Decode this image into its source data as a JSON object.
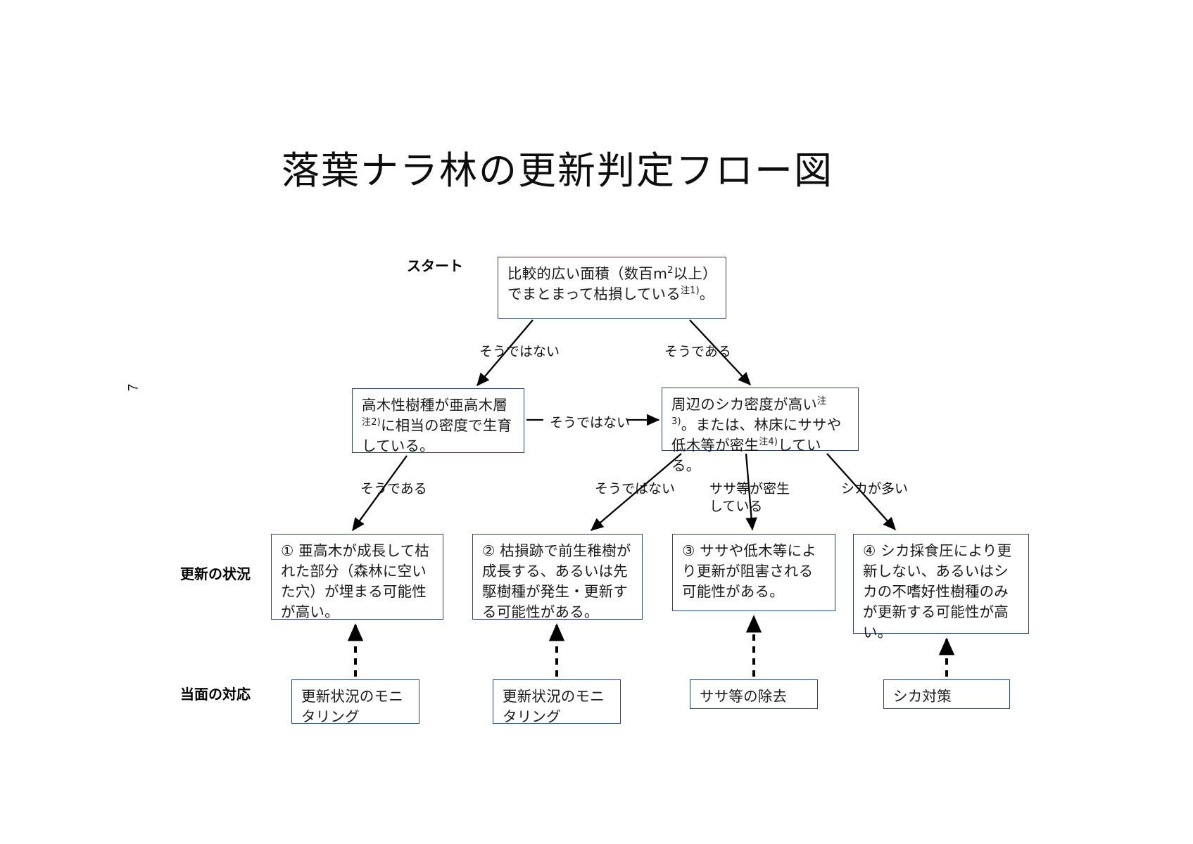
{
  "title": "落葉ナラ林の更新判定フロー図",
  "page_number": "7",
  "row_labels": {
    "start": "スタート",
    "status": "更新の状況",
    "action": "当面の対応"
  },
  "nodes": {
    "start": "比較的広い面積（数百m2以上）でまとまって枯損している注1）。",
    "q1": "高木性樹種が亜高木層注2）に相当の密度で生育している。",
    "q2": "周辺のシカ密度が高い注3）。または、林床にササや低木等が密生注4）している。",
    "outcome1": "① 亜高木が成長して枯れた部分（森林に空いた穴）が埋まる可能性が高い。",
    "outcome2": "② 枯損跡で前生稚樹が成長する、あるいは先駆樹種が発生・更新する可能性がある。",
    "outcome3": "③ ササや低木等により更新が阻害される可能性がある。",
    "outcome4": "④ シカ採食圧により更新しない、あるいはシカの不嗜好性樹種のみが更新する可能性が高い。",
    "action1": "更新状況のモニタリング",
    "action2": "更新状況のモニタリング",
    "action3": "ササ等の除去",
    "action4": "シカ対策"
  },
  "edge_labels": {
    "start_to_q1": "そうではない",
    "start_to_q2": "そうである",
    "q1_to_q2": "そうではない",
    "q1_to_outcome1": "そうである",
    "q2_to_outcome2": "そうではない",
    "q2_to_outcome3_line1": "ササ等が密生",
    "q2_to_outcome3_line2": "している",
    "q2_to_outcome4": "シカが多い"
  },
  "colors": {
    "box_border": "#2e4374",
    "text": "#1a1a1a",
    "arrow": "#000000",
    "background": "#ffffff"
  }
}
